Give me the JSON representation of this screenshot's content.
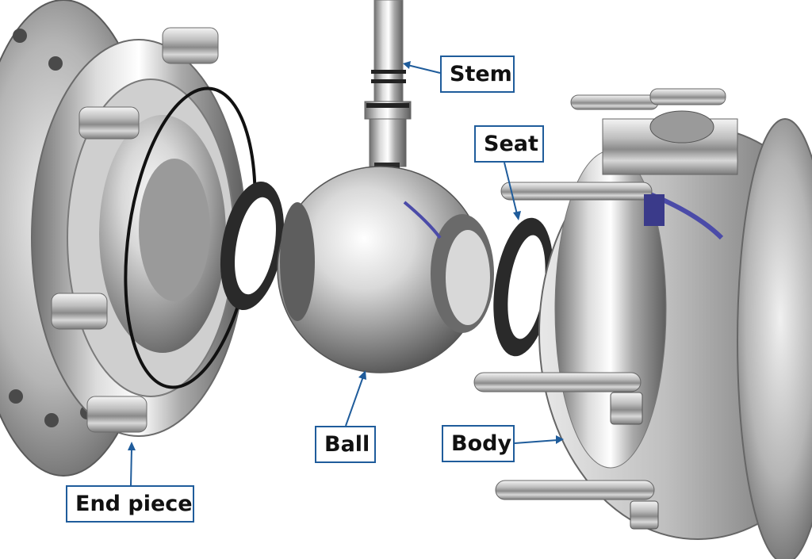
{
  "diagram": {
    "accent_color": "#1f5c9b",
    "labels": {
      "stem": "Stem",
      "seat": "Seat",
      "ball": "Ball",
      "body": "Body",
      "end_piece": "End piece"
    }
  }
}
